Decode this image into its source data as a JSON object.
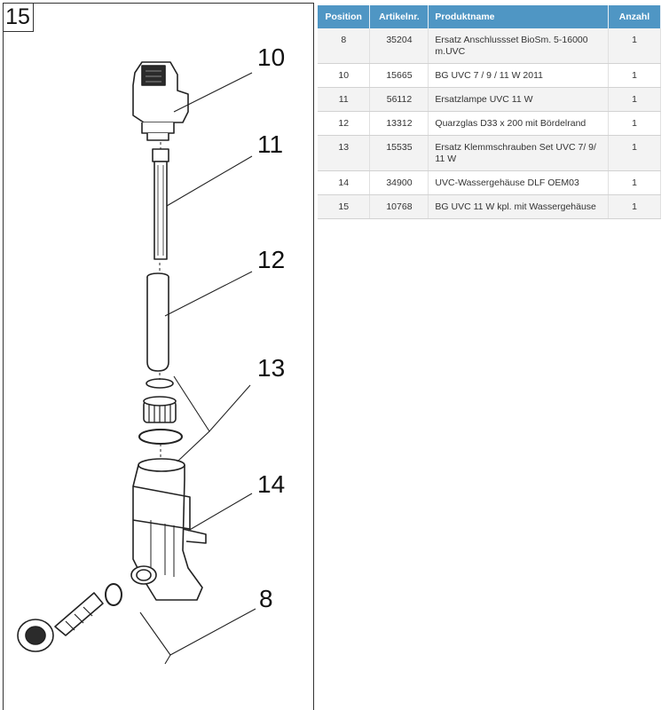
{
  "figure": {
    "number": "15"
  },
  "callouts": [
    "10",
    "11",
    "12",
    "13",
    "14",
    "8"
  ],
  "table": {
    "headers": {
      "position": "Position",
      "article": "Artikelnr.",
      "name": "Produktname",
      "qty": "Anzahl"
    },
    "header_color": "#4f96c4",
    "rows": [
      {
        "position": "8",
        "article": "35204",
        "name": "Ersatz Anschlussset BioSm. 5-16000 m.UVC",
        "qty": "1"
      },
      {
        "position": "10",
        "article": "15665",
        "name": "BG UVC 7 / 9 / 11 W 2011",
        "qty": "1"
      },
      {
        "position": "11",
        "article": "56112",
        "name": "Ersatzlampe UVC 11 W",
        "qty": "1"
      },
      {
        "position": "12",
        "article": "13312",
        "name": "Quarzglas D33 x 200 mit Bördelrand",
        "qty": "1"
      },
      {
        "position": "13",
        "article": "15535",
        "name": "Ersatz Klemmschrauben Set UVC 7/ 9/ 11 W",
        "qty": "1"
      },
      {
        "position": "14",
        "article": "34900",
        "name": "UVC-Wassergehäuse DLF OEM03",
        "qty": "1"
      },
      {
        "position": "15",
        "article": "10768",
        "name": "BG UVC 11 W kpl. mit Wassergehäuse",
        "qty": "1"
      }
    ]
  }
}
